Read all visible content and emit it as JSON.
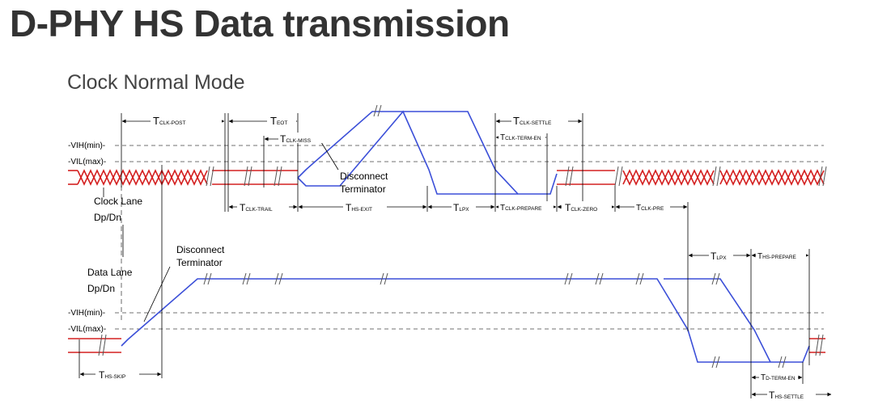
{
  "header": {
    "title": "D-PHY HS Data transmission",
    "subtitle": "Clock Normal Mode"
  },
  "levels": {
    "vih": "-VIH(min)-",
    "vil": "-VIL(max)-"
  },
  "lanes": {
    "clock_line1": "Clock Lane",
    "clock_line2": "Dp/Dn",
    "data_line1": "Data Lane",
    "data_line2": "Dp/Dn"
  },
  "annotations": {
    "disconnect_clock_1": "Disconnect",
    "disconnect_clock_2": "Terminator",
    "disconnect_data_1": "Disconnect",
    "disconnect_data_2": "Terminator"
  },
  "timing": {
    "clk_post": {
      "t": "T",
      "sub": "CLK-POST"
    },
    "eot": {
      "t": "T",
      "sub": "EOT"
    },
    "clk_miss": {
      "t": "T",
      "sub": "CLK-MISS"
    },
    "clk_settle": {
      "t": "T",
      "sub": "CLK-SETTLE"
    },
    "clk_term_en": {
      "t": "T",
      "sub": "CLK-TERM-EN"
    },
    "clk_trail": {
      "t": "T",
      "sub": "CLK-TRAIL"
    },
    "hs_exit": {
      "t": "T",
      "sub": "HS-EXIT"
    },
    "lpx_clk": {
      "t": "T",
      "sub": "LPX"
    },
    "clk_prepare": {
      "t": "T",
      "sub": "CLK-PREPARE"
    },
    "clk_zero": {
      "t": "T",
      "sub": "CLK-ZERO"
    },
    "clk_pre": {
      "t": "T",
      "sub": "CLK-PRE"
    },
    "lpx_data": {
      "t": "T",
      "sub": "LPX"
    },
    "hs_prepare": {
      "t": "T",
      "sub": "HS-PREPARE"
    },
    "hs_skip": {
      "t": "T",
      "sub": "HS-SKIP"
    },
    "d_term_en": {
      "t": "T",
      "sub": "D-TERM-EN"
    },
    "hs_settle": {
      "t": "T",
      "sub": "HS-SETTLE"
    }
  },
  "colors": {
    "signal_blue": "#3b4fd8",
    "signal_red": "#d42020",
    "title": "#333333"
  }
}
